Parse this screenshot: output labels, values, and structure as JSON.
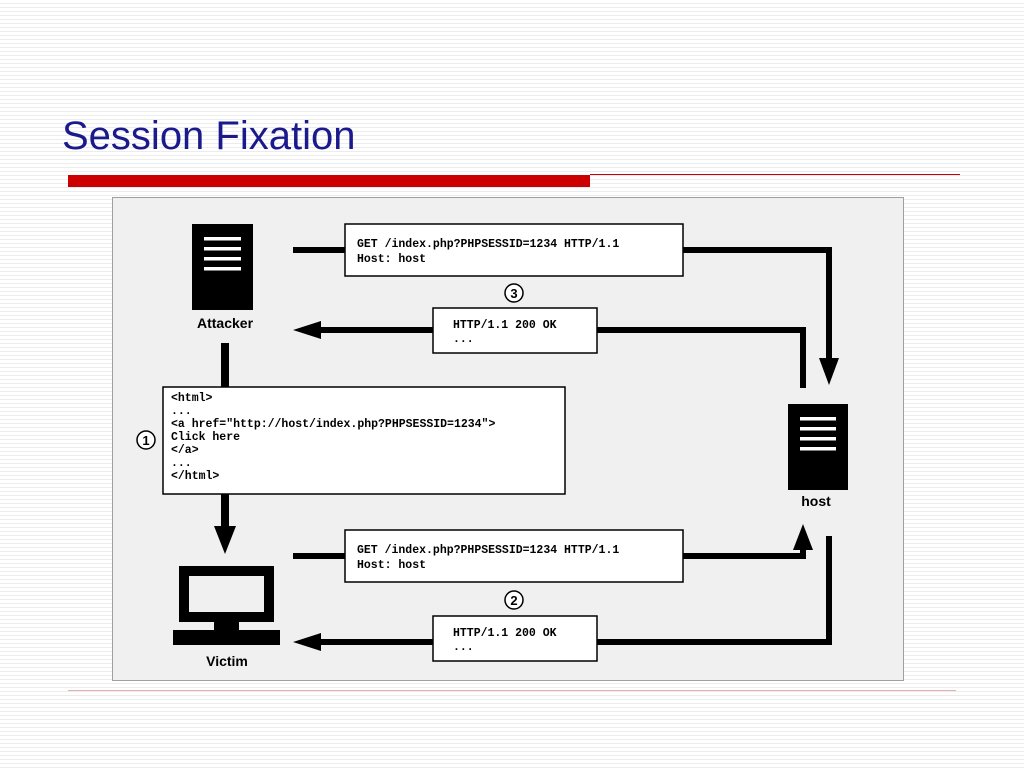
{
  "slide": {
    "title": "Session Fixation"
  },
  "diagram": {
    "nodes": {
      "attacker": "Attacker",
      "host": "host",
      "victim": "Victim"
    },
    "steps": {
      "one": "1",
      "two": "2",
      "three": "3"
    },
    "attacker_request": {
      "line1": "GET /index.php?PHPSESSID=1234 HTTP/1.1",
      "line2": "Host: host"
    },
    "attacker_response": {
      "line1": "HTTP/1.1 200 OK",
      "line2": "..."
    },
    "html_snippet": {
      "line1": "<html>",
      "line2": "...",
      "line3": "<a href=\"http://host/index.php?PHPSESSID=1234\">",
      "line4": "Click here",
      "line5": "</a>",
      "line6": "...",
      "line7": "</html>"
    },
    "victim_request": {
      "line1": "GET /index.php?PHPSESSID=1234 HTTP/1.1",
      "line2": "Host: host"
    },
    "victim_response": {
      "line1": "HTTP/1.1 200 OK",
      "line2": "..."
    }
  },
  "colors": {
    "title": "#1a1a8c",
    "accent_rule": "#cc0000",
    "diagram_background": "#f0f0f0",
    "ink": "#000000"
  }
}
